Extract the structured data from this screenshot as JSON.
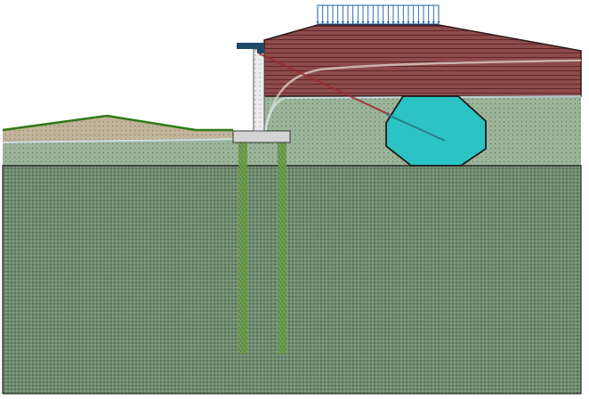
{
  "diagram": {
    "type": "geotechnical-cross-section",
    "elements": {
      "surcharge_load": {
        "label": "",
        "icon": "distributed-load-arrows",
        "color": "#1a5fa8"
      },
      "embankment_fill": {
        "label": "",
        "color": "#8c4a4a"
      },
      "retaining_wall": {
        "label": "",
        "color": "#e6e6e6"
      },
      "wall_cap": {
        "label": "",
        "color": "#1f4766"
      },
      "pile_cap": {
        "label": "",
        "color": "#d4d4d4"
      },
      "piles": {
        "label": "",
        "count": 2,
        "color": "#6a9c48"
      },
      "upper_soil_layer": {
        "label": "",
        "color": "#9cb49a"
      },
      "lower_soil_layer": {
        "label": "",
        "color": "#6d8a6c"
      },
      "left_ground_fill": {
        "label": "",
        "color": "#c9b49a"
      },
      "ground_surface_line": {
        "label": "",
        "color": "#2e7a16"
      },
      "tieback_anchor": {
        "label": "",
        "color": "#a83a3a"
      },
      "anchor_grout_body": {
        "label": "",
        "color": "#2ec4c4"
      },
      "slip_surface": {
        "label": "",
        "color": "#e0d2cc"
      },
      "phreatic_line": {
        "label": "",
        "color": "#c7e3f0"
      }
    }
  }
}
